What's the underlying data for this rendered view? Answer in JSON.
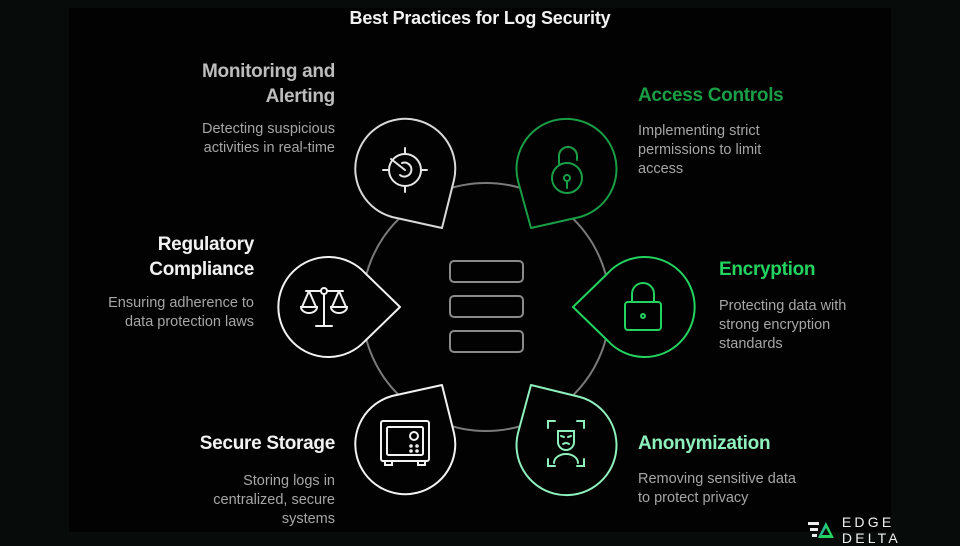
{
  "title": "Best Practices for Log Security",
  "colors": {
    "background": "#070c0a",
    "panel": "#020202",
    "white_outline": "#e6e6e6",
    "gray_ring": "#7a7a7a",
    "access_green": "#1a9e45",
    "encryption_green": "#22d35f",
    "anonymization_mint": "#8ef0bd"
  },
  "center": {
    "icon": "stacked-log-bars-icon"
  },
  "practices": [
    {
      "id": "monitoring",
      "title": "Monitoring and Alerting",
      "title_lines": [
        "Monitoring and",
        "Alerting"
      ],
      "description": "Detecting suspicious activities in real-time",
      "desc_lines": [
        "Detecting suspicious",
        "activities in real-time"
      ],
      "icon": "radar-icon",
      "color": "#bdbdbd"
    },
    {
      "id": "access",
      "title": "Access Controls",
      "title_lines": [
        "Access Controls"
      ],
      "description": "Implementing strict permissions to limit access",
      "desc_lines": [
        "Implementing strict",
        "permissions to limit",
        "access"
      ],
      "icon": "unlocked-padlock-icon",
      "color": "#1a9e45"
    },
    {
      "id": "regulatory",
      "title": "Regulatory Compliance",
      "title_lines": [
        "Regulatory",
        "Compliance"
      ],
      "description": "Ensuring adherence to data protection laws",
      "desc_lines": [
        "Ensuring adherence to",
        "data protection laws"
      ],
      "icon": "scales-icon",
      "color": "#f2f2f2"
    },
    {
      "id": "encryption",
      "title": "Encryption",
      "title_lines": [
        "Encryption"
      ],
      "description": "Protecting data with strong encryption standards",
      "desc_lines": [
        "Protecting data with",
        "strong encryption",
        "standards"
      ],
      "icon": "padlock-icon",
      "color": "#22d35f"
    },
    {
      "id": "storage",
      "title": "Secure Storage",
      "title_lines": [
        "Secure Storage"
      ],
      "description": "Storing logs in centralized, secure systems",
      "desc_lines": [
        "Storing logs in",
        "centralized, secure",
        "systems"
      ],
      "icon": "safe-icon",
      "color": "#f2f2f2"
    },
    {
      "id": "anonymization",
      "title": "Anonymization",
      "title_lines": [
        "Anonymization"
      ],
      "description": "Removing sensitive data to protect privacy",
      "desc_lines": [
        "Removing sensitive data",
        "to protect privacy"
      ],
      "icon": "masked-face-icon",
      "color": "#8ef0bd"
    }
  ],
  "logo": {
    "text": "EDGE DELTA",
    "icon": "edge-delta-logo-icon"
  }
}
